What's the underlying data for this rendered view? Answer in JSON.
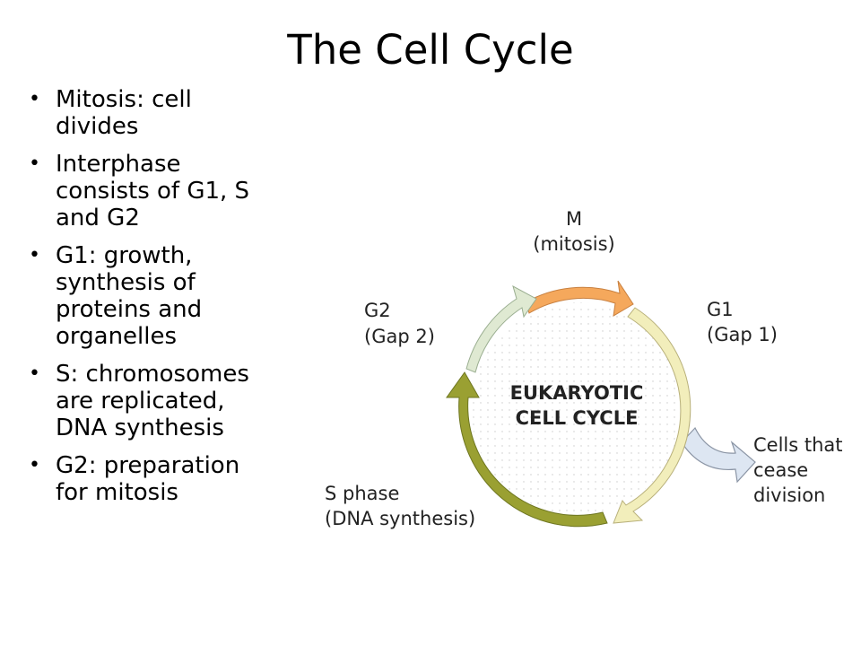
{
  "title": "The Cell Cycle",
  "bullets": [
    {
      "lines": [
        "Mitosis: cell",
        "divides"
      ]
    },
    {
      "lines": [
        "Interphase",
        "consists of G1, S",
        "and G2"
      ]
    },
    {
      "lines": [
        "G1: growth,",
        "synthesis of",
        "proteins and",
        "organelles"
      ]
    },
    {
      "lines": [
        "S: chromosomes",
        "are replicated,",
        "DNA synthesis"
      ]
    },
    {
      "lines": [
        "G2: preparation",
        "for mitosis"
      ]
    }
  ],
  "diagram": {
    "center_line1": "EUKARYOTIC",
    "center_line2": "CELL CYCLE",
    "m_line1": "M",
    "m_line2": "(mitosis)",
    "g1_line1": "G1",
    "g1_line2": "(Gap 1)",
    "g2_line1": "G2",
    "g2_line2": "(Gap 2)",
    "s_line1": "S phase",
    "s_line2": "(DNA synthesis)",
    "exit_line1": "Cells that",
    "exit_line2": "cease",
    "exit_line3": "division",
    "colors": {
      "m_arc": "#f5a85c",
      "g1_arc": "#f2eebb",
      "s_arc": "#9aa032",
      "g2_arc": "#dfe9d2",
      "exit_arrow": "#dde6f2",
      "label": "#222222"
    }
  }
}
